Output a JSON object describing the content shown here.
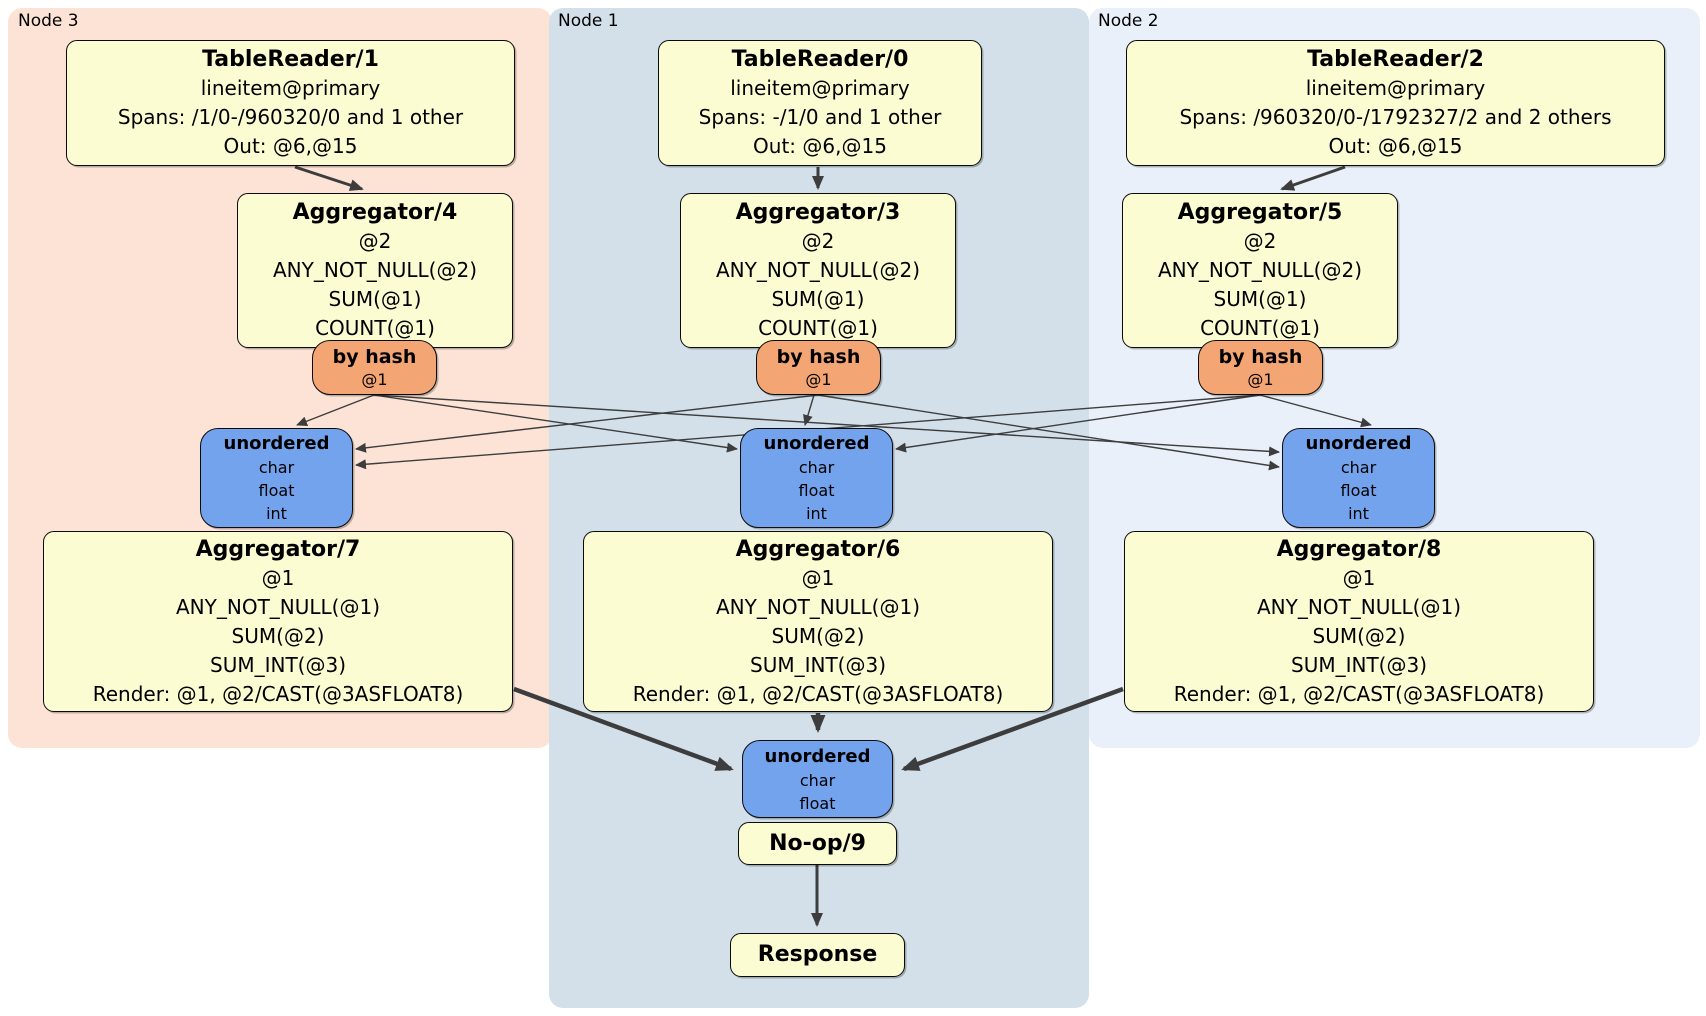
{
  "colors": {
    "node3_panel_bg": "#fce3d5",
    "node1_panel_bg": "#d3e0ea",
    "node2_panel_bg": "#eaf0f9",
    "processor_box_bg": "#fcfcd2",
    "hash_router_bg": "#f4a574",
    "sync_box_bg": "#74a3ee",
    "edge_color": "#3d3d3d"
  },
  "panels": [
    {
      "label": "Node 3"
    },
    {
      "label": "Node 1"
    },
    {
      "label": "Node 2"
    }
  ],
  "processors": {
    "tr1": {
      "title": "TableReader/1",
      "lines": [
        "lineitem@primary",
        "Spans: /1/0-/960320/0 and 1 other",
        "Out: @6,@15"
      ]
    },
    "tr0": {
      "title": "TableReader/0",
      "lines": [
        "lineitem@primary",
        "Spans: -/1/0 and 1 other",
        "Out: @6,@15"
      ]
    },
    "tr2": {
      "title": "TableReader/2",
      "lines": [
        "lineitem@primary",
        "Spans: /960320/0-/1792327/2 and 2 others",
        "Out: @6,@15"
      ]
    },
    "agg4": {
      "title": "Aggregator/4",
      "lines": [
        "@2",
        "ANY_NOT_NULL(@2)",
        "SUM(@1)",
        "COUNT(@1)"
      ]
    },
    "agg3": {
      "title": "Aggregator/3",
      "lines": [
        "@2",
        "ANY_NOT_NULL(@2)",
        "SUM(@1)",
        "COUNT(@1)"
      ]
    },
    "agg5": {
      "title": "Aggregator/5",
      "lines": [
        "@2",
        "ANY_NOT_NULL(@2)",
        "SUM(@1)",
        "COUNT(@1)"
      ]
    },
    "agg7": {
      "title": "Aggregator/7",
      "lines": [
        "@1",
        "ANY_NOT_NULL(@1)",
        "SUM(@2)",
        "SUM_INT(@3)",
        "Render: @1, @2/CAST(@3ASFLOAT8)"
      ]
    },
    "agg6": {
      "title": "Aggregator/6",
      "lines": [
        "@1",
        "ANY_NOT_NULL(@1)",
        "SUM(@2)",
        "SUM_INT(@3)",
        "Render: @1, @2/CAST(@3ASFLOAT8)"
      ]
    },
    "agg8": {
      "title": "Aggregator/8",
      "lines": [
        "@1",
        "ANY_NOT_NULL(@1)",
        "SUM(@2)",
        "SUM_INT(@3)",
        "Render: @1, @2/CAST(@3ASFLOAT8)"
      ]
    },
    "noop": {
      "title": "No-op/9"
    },
    "response": {
      "title": "Response"
    }
  },
  "routers": {
    "hash4": {
      "title": "by hash",
      "key": "@1"
    },
    "hash3": {
      "title": "by hash",
      "key": "@1"
    },
    "hash5": {
      "title": "by hash",
      "key": "@1"
    }
  },
  "syncs": {
    "un3": {
      "title": "unordered",
      "cols": [
        "char",
        "float",
        "int"
      ]
    },
    "un1": {
      "title": "unordered",
      "cols": [
        "char",
        "float",
        "int"
      ]
    },
    "un2": {
      "title": "unordered",
      "cols": [
        "char",
        "float",
        "int"
      ]
    },
    "unfinal": {
      "title": "unordered",
      "cols": [
        "char",
        "float"
      ]
    }
  }
}
